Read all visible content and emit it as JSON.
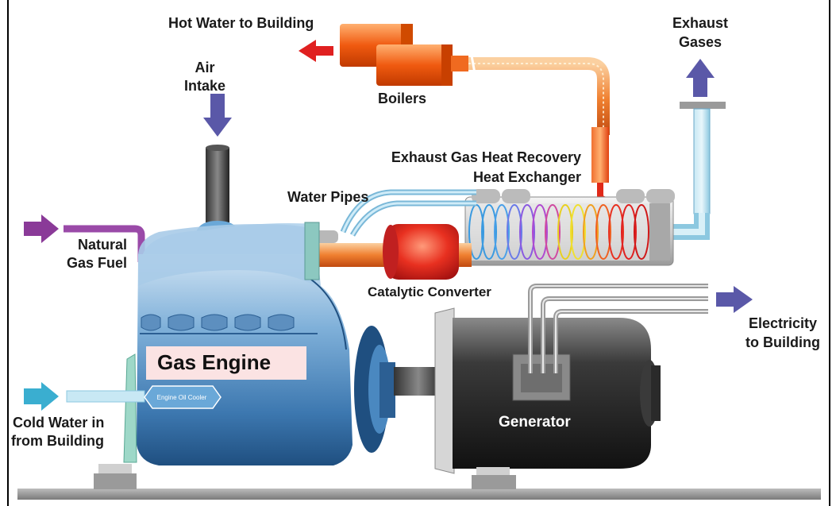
{
  "labels": {
    "hot_water": "Hot Water to Building",
    "air_intake_1": "Air",
    "air_intake_2": "Intake",
    "boilers": "Boilers",
    "exhaust_gases_1": "Exhaust",
    "exhaust_gases_2": "Gases",
    "heat_recovery_1": "Exhaust Gas Heat Recovery",
    "heat_recovery_2": "Heat Exchanger",
    "water_pipes": "Water Pipes",
    "natural_gas_1": "Natural",
    "natural_gas_2": "Gas Fuel",
    "catalytic": "Catalytic Converter",
    "electricity_1": "Electricity",
    "electricity_2": "to Building",
    "gas_engine": "Gas Engine",
    "oil_cooler": "Engine Oil Cooler",
    "generator": "Generator",
    "cold_water_1": "Cold Water in",
    "cold_water_2": "from Building"
  },
  "colors": {
    "arrow_red": "#e02020",
    "arrow_blue": "#5a58a8",
    "arrow_purple": "#8a3a98",
    "arrow_cyan": "#3aaed0",
    "engine_blue": "#3d78b0",
    "generator_dark": "#2b2b2b",
    "boiler_orange": "#f05a10"
  }
}
